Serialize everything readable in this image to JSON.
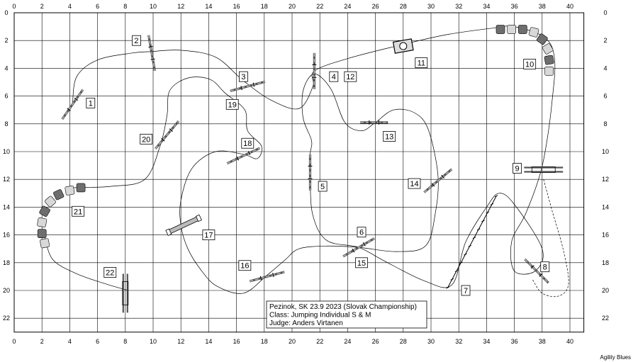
{
  "axes": {
    "x_ticks": [
      "0",
      "2",
      "4",
      "6",
      "8",
      "10",
      "12",
      "14",
      "16",
      "18",
      "20",
      "22",
      "24",
      "26",
      "28",
      "30",
      "32",
      "34",
      "36",
      "38",
      "40"
    ],
    "y_ticks": [
      "0",
      "2",
      "4",
      "6",
      "8",
      "10",
      "12",
      "14",
      "16",
      "18",
      "20",
      "22"
    ]
  },
  "info": {
    "line1": "Pezinok, SK 23.9 2023 (Slovak Championship)",
    "line2": "Class: Jumping Individual S & M",
    "line3": "Judge: Anders Virtanen"
  },
  "credit": "Agility Blues",
  "obstacles": [
    {
      "label": "1",
      "type": "jump"
    },
    {
      "label": "2",
      "type": "jump"
    },
    {
      "label": "3",
      "type": "jump"
    },
    {
      "label": "4",
      "type": "jump"
    },
    {
      "label": "12",
      "type": "jump"
    },
    {
      "label": "5",
      "type": "jump"
    },
    {
      "label": "6",
      "type": "jump"
    },
    {
      "label": "15",
      "type": "jump"
    },
    {
      "label": "7",
      "type": "weave-poles"
    },
    {
      "label": "8",
      "type": "jump"
    },
    {
      "label": "9",
      "type": "double-jump"
    },
    {
      "label": "10",
      "type": "tunnel"
    },
    {
      "label": "11",
      "type": "tire"
    },
    {
      "label": "13",
      "type": "jump"
    },
    {
      "label": "14",
      "type": "jump"
    },
    {
      "label": "16",
      "type": "jump"
    },
    {
      "label": "17",
      "type": "long-jump"
    },
    {
      "label": "18",
      "type": "jump"
    },
    {
      "label": "19",
      "type": "jump"
    },
    {
      "label": "20",
      "type": "jump"
    },
    {
      "label": "21",
      "type": "tunnel"
    },
    {
      "label": "22",
      "type": "double-jump"
    }
  ],
  "colors": {
    "tunnel_dark": "#6e6e6e",
    "tunnel_light": "#d8d8d8",
    "ink": "#000000"
  }
}
